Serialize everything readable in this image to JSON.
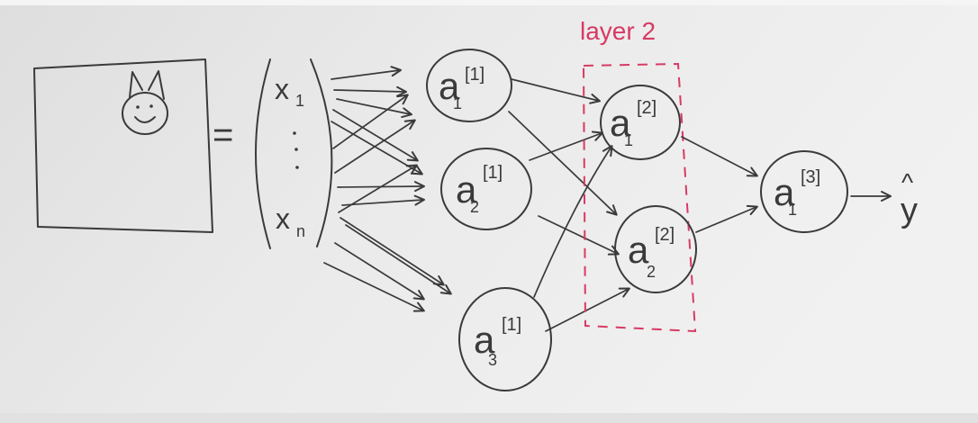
{
  "board": {
    "equals_sign": "=",
    "drawing": "cat-face"
  },
  "input_vector": {
    "first": {
      "base": "x",
      "sub": "1"
    },
    "last": {
      "base": "x",
      "sub": "n"
    }
  },
  "layer_2_label": "layer 2",
  "layer1": [
    {
      "base": "a",
      "sub": "1",
      "sup": "[1]"
    },
    {
      "base": "a",
      "sub": "2",
      "sup": "[1]"
    },
    {
      "base": "a",
      "sub": "3",
      "sup": "[1]"
    }
  ],
  "layer2": [
    {
      "base": "a",
      "sub": "1",
      "sup": "[2]"
    },
    {
      "base": "a",
      "sub": "2",
      "sup": "[2]"
    }
  ],
  "layer3": [
    {
      "base": "a",
      "sub": "1",
      "sup": "[3]"
    }
  ],
  "output": {
    "base": "y",
    "hat": "^"
  },
  "colors": {
    "marker_ink": "#3a3a3a",
    "red_marker": "#d83a64",
    "whiteboard": "#ebebeb"
  }
}
